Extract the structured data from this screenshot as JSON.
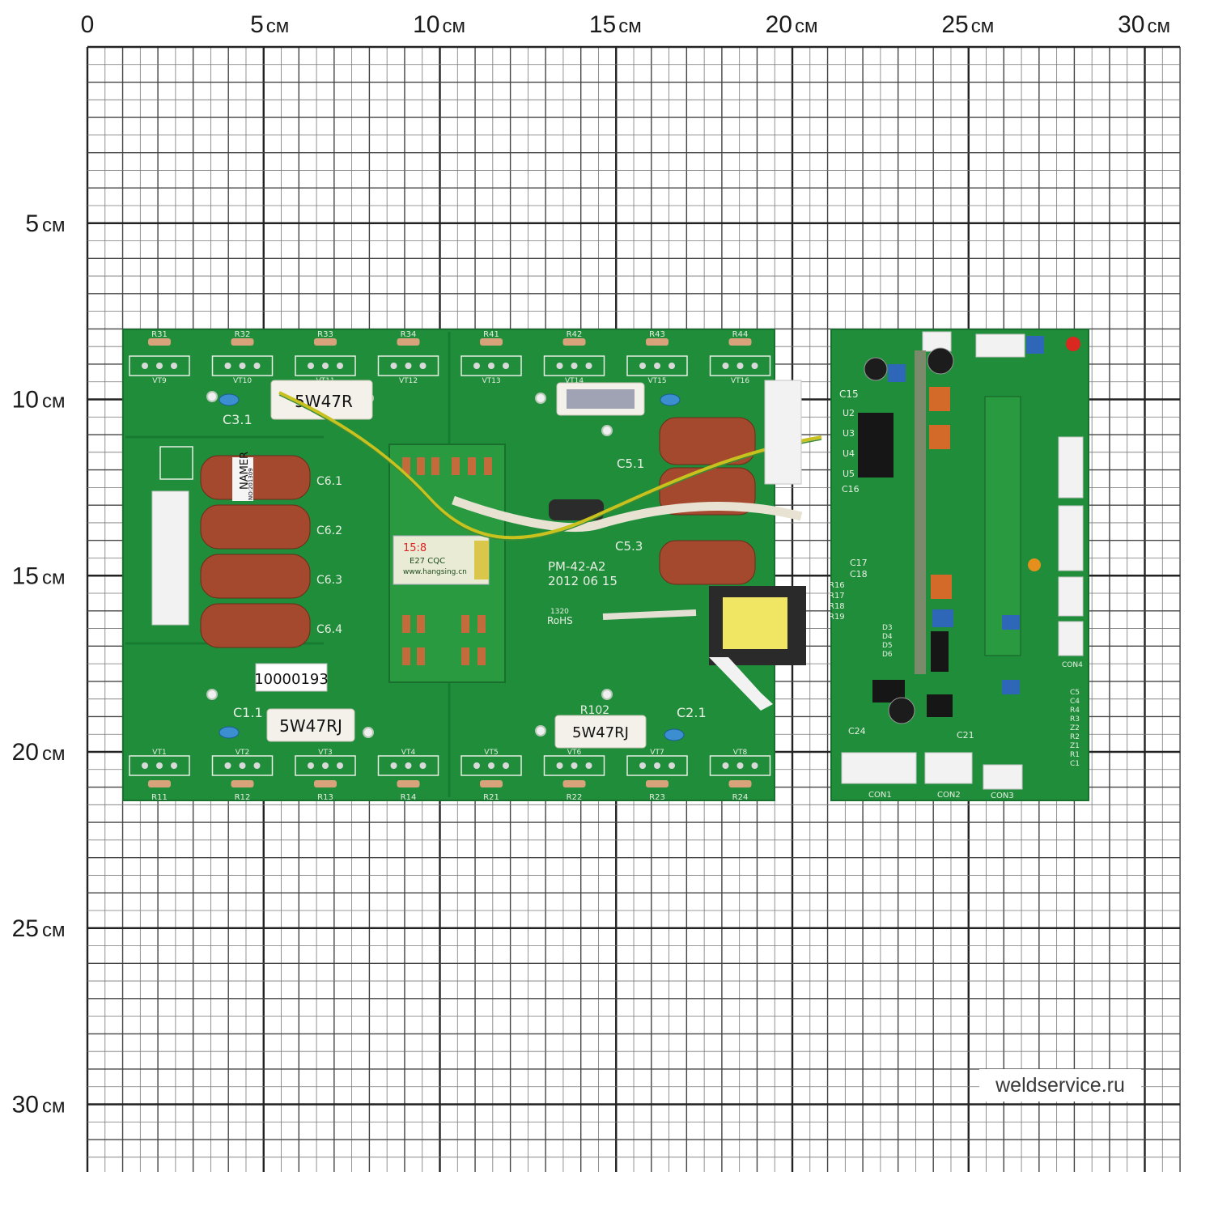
{
  "scale": {
    "unit": "см",
    "x_labels": [
      "0",
      "5",
      "10",
      "15",
      "20",
      "25",
      "30"
    ],
    "y_labels": [
      "5",
      "10",
      "15",
      "20",
      "25",
      "30"
    ],
    "cm_min": 0,
    "cm_max": 31
  },
  "board": {
    "model": "PM-42-A2",
    "date": "2012 06 15",
    "rohs": "RoHS",
    "cert_mark": "1320",
    "serial_sticker": "10000193",
    "namer_sticker": "NAMER",
    "namer_sub": "NO:201309",
    "transformer_ratio": "15:8",
    "transformer_brand": "E27 CQC",
    "transformer_site": "www.hangsing.cn",
    "resistor_top_left": "5W47R",
    "resistor_bottom_left": "5W47RJ",
    "resistor_bottom_right": "5W47RJ",
    "resistor_bottom_ref": "R102",
    "top_resistor_labels": [
      "R31",
      "R32",
      "R33",
      "R34",
      "R41",
      "R42",
      "R43",
      "R44"
    ],
    "top_transistor_labels": [
      "VT9",
      "VT10",
      "VT11",
      "VT12",
      "VT13",
      "VT14",
      "VT15",
      "VT16"
    ],
    "bottom_transistor_labels": [
      "VT1",
      "VT2",
      "VT3",
      "VT4",
      "VT5",
      "VT6",
      "VT7",
      "VT8"
    ],
    "bottom_resistor_labels": [
      "R11",
      "R12",
      "R13",
      "R14",
      "R21",
      "R22",
      "R23",
      "R24"
    ],
    "cap_labels": [
      "C6.1",
      "C6.2",
      "C6.3",
      "C6.4"
    ],
    "c31": "C3.1",
    "c11": "C1.1",
    "c21": "C2.1",
    "c51": "C5.1",
    "c53": "C5.3",
    "con1": "CON1",
    "con2": "CON2",
    "con3": "CON3",
    "con4": "CON4",
    "u_labels": [
      "U2",
      "U3",
      "U4",
      "U5"
    ],
    "r_labels": [
      "R16",
      "R17",
      "R18",
      "R19"
    ],
    "d_labels": [
      "D3",
      "D4",
      "D5",
      "D6"
    ],
    "c15": "C15",
    "c16": "C16",
    "c17": "C17",
    "c18": "C18",
    "c24": "C24",
    "c21b": "C21",
    "right_labels": [
      "C5",
      "C4",
      "R4",
      "R3",
      "Z2",
      "R2",
      "Z1",
      "R1",
      "C1"
    ]
  },
  "watermark": "weldservice.ru"
}
